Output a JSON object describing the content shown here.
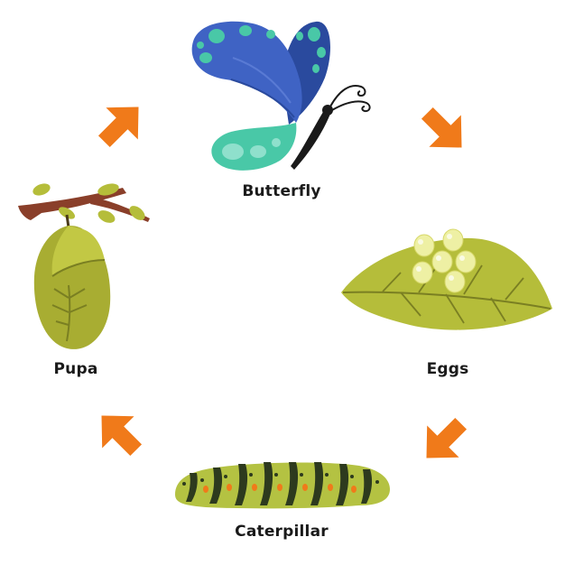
{
  "diagram": {
    "stages": [
      {
        "id": "butterfly",
        "label": "Butterfly",
        "icon": "butterfly-icon"
      },
      {
        "id": "eggs",
        "label": "Eggs",
        "icon": "eggs-on-leaf-icon"
      },
      {
        "id": "caterpillar",
        "label": "Caterpillar",
        "icon": "caterpillar-icon"
      },
      {
        "id": "pupa",
        "label": "Pupa",
        "icon": "chrysalis-icon"
      }
    ],
    "arrows": [
      {
        "from": "butterfly",
        "to": "eggs"
      },
      {
        "from": "eggs",
        "to": "caterpillar"
      },
      {
        "from": "caterpillar",
        "to": "pupa"
      },
      {
        "from": "pupa",
        "to": "butterfly"
      }
    ],
    "colors": {
      "arrow": "#f07a1a",
      "wing_blue": "#3f63c4",
      "wing_dark_blue": "#2a4a9e",
      "wing_teal": "#49c8a7",
      "leaf": "#b5bd3a",
      "egg": "#eef0a4",
      "caterpillar_body": "#b4c242",
      "caterpillar_stripe": "#2d3a1e",
      "caterpillar_spot": "#f07a1a",
      "branch": "#8a3f2a"
    }
  }
}
